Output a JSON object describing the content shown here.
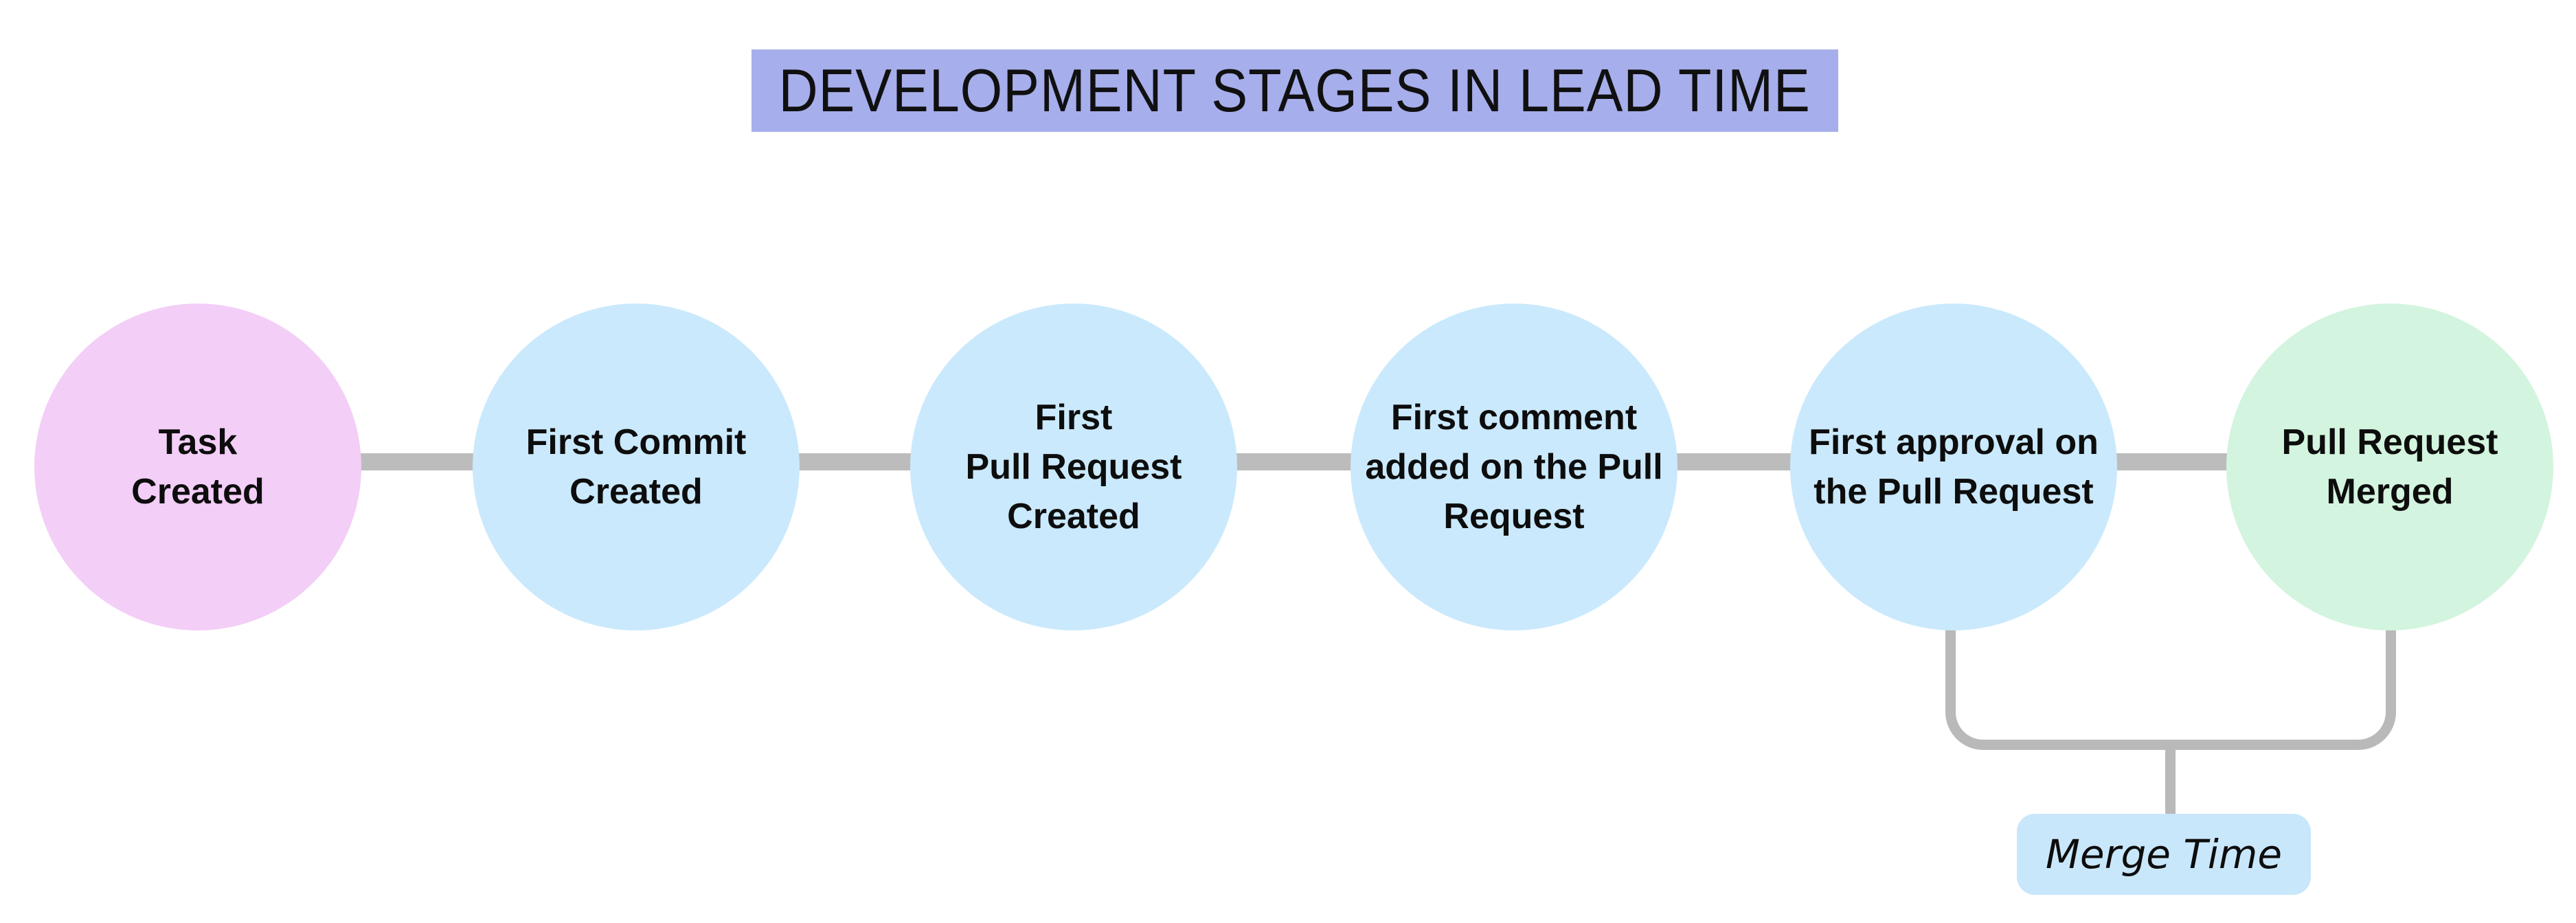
{
  "title": {
    "text": "DEVELOPMENT STAGES IN LEAD TIME",
    "bg_color": "#a6aeeb",
    "text_color": "#101010"
  },
  "stages": [
    {
      "id": "task-created",
      "lines": [
        "Task",
        "Created"
      ],
      "full_label": "Task Created",
      "fill": "#f3cef7",
      "role": "start"
    },
    {
      "id": "first-commit",
      "lines": [
        "First Commit",
        "Created"
      ],
      "full_label": "First Commit Created",
      "fill": "#cae9fc",
      "role": "middle"
    },
    {
      "id": "first-pull-request",
      "lines": [
        "First",
        "Pull Request",
        "Created"
      ],
      "full_label": "First Pull Request Created",
      "fill": "#cae9fc",
      "role": "middle"
    },
    {
      "id": "first-comment",
      "lines": [
        "First comment",
        "added on the Pull",
        "Request"
      ],
      "full_label": "First comment added on the Pull Request",
      "fill": "#cae9fc",
      "role": "middle"
    },
    {
      "id": "first-approval",
      "lines": [
        "First approval on",
        "the Pull Request"
      ],
      "full_label": "First approval on the Pull Request",
      "fill": "#cae9fc",
      "role": "middle"
    },
    {
      "id": "pull-request-merged",
      "lines": [
        "Pull Request",
        "Merged"
      ],
      "full_label": "Pull Request Merged",
      "fill": "#d3f4de",
      "role": "end"
    }
  ],
  "connector": {
    "color": "#bcbcbc"
  },
  "annotation": {
    "label": "Merge Time",
    "bg_color": "#c9e7fb",
    "bracket_color": "#b9b9b9",
    "connects_from": "First approval on the Pull Request",
    "connects_to": "Pull Request Merged"
  }
}
